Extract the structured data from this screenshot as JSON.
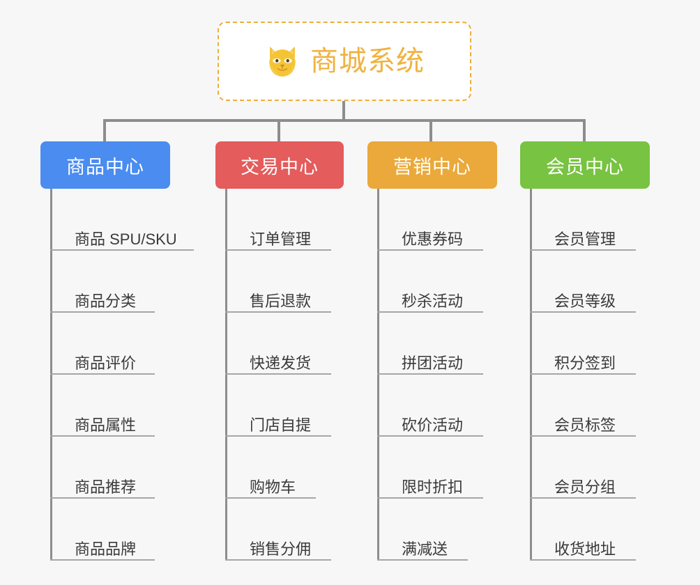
{
  "root": {
    "title": "商城系统",
    "icon": "shiba-dog-icon",
    "border_color": "#edad3c",
    "text_color": "#f0b240",
    "background": "#ffffff"
  },
  "canvas": {
    "background": "#f7f7f7",
    "connector_color": "#8d8d8d",
    "rule_color": "#a6a6a6",
    "item_text_color": "#3a3a3a"
  },
  "categories": [
    {
      "label": "商品中心",
      "color": "#4a8cf0",
      "color_name": "blue",
      "items": [
        "商品 SPU/SKU",
        "商品分类",
        "商品评价",
        "商品属性",
        "商品推荐",
        "商品品牌"
      ]
    },
    {
      "label": "交易中心",
      "color": "#e45c5c",
      "color_name": "red",
      "items": [
        "订单管理",
        "售后退款",
        "快递发货",
        "门店自提",
        "购物车",
        "销售分佣"
      ]
    },
    {
      "label": "营销中心",
      "color": "#eaa93a",
      "color_name": "orange",
      "items": [
        "优惠券码",
        "秒杀活动",
        "拼团活动",
        "砍价活动",
        "限时折扣",
        "满减送"
      ]
    },
    {
      "label": "会员中心",
      "color": "#78c342",
      "color_name": "green",
      "items": [
        "会员管理",
        "会员等级",
        "积分签到",
        "会员标签",
        "会员分组",
        "收货地址"
      ]
    }
  ]
}
